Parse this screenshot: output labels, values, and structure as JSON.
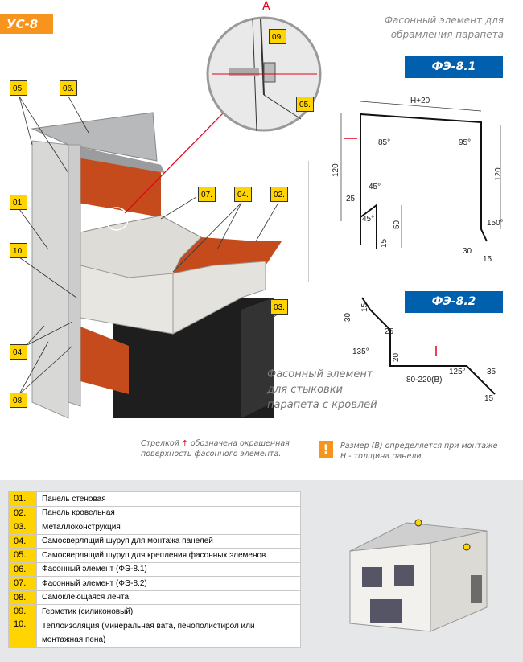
{
  "badge": "УС-8",
  "detail_label": "A",
  "detail_marker": "A",
  "fe81_caption": [
    "Фасонный элемент для",
    "обрамления парапета"
  ],
  "fe81_title": "ФЭ-8.1",
  "fe82_title": "ФЭ-8.2",
  "fe82_caption": [
    "Фасонный элемент",
    "для стыковки",
    "парапета с кровлей"
  ],
  "fe81_dims": {
    "top": "H+20",
    "left": "120",
    "right": "120",
    "a85": "85°",
    "a95": "95°",
    "d25": "25",
    "a45a": "45°",
    "a45b": "45°",
    "d50": "50",
    "d15": "15",
    "a150": "150°",
    "d30": "30",
    "d15b": "15"
  },
  "fe82_dims": {
    "d30": "30",
    "d15": "15",
    "d25": "25",
    "a135": "135°",
    "d20": "20",
    "width": "80-220(B)",
    "a125": "125°",
    "d35": "35",
    "d15b": "15"
  },
  "note_arrow": [
    "Стрелкой",
    "обозначена окрашенная",
    "поверхность фасонного элемента."
  ],
  "note_warning": [
    "Размер (B) определяется при монтаже",
    "H - толщина панели"
  ],
  "warning_icon": "!",
  "tags": {
    "t05a": "05.",
    "t06": "06.",
    "t01": "01.",
    "t10": "10.",
    "t04a": "04.",
    "t08": "08.",
    "t07": "07.",
    "t04b": "04.",
    "t02": "02.",
    "t03": "03.",
    "t09": "09.",
    "t05b": "05."
  },
  "legend": [
    {
      "num": "01.",
      "text": "Панель стеновая"
    },
    {
      "num": "02.",
      "text": "Панель кровельная"
    },
    {
      "num": "03.",
      "text": "Металлоконструкция"
    },
    {
      "num": "04.",
      "text": "Самосверлящий шуруп для монтажа панелей"
    },
    {
      "num": "05.",
      "text": "Самосверлящий шуруп для крепления фасонных элеменов"
    },
    {
      "num": "06.",
      "text": "Фасонный элемент (ФЭ-8.1)"
    },
    {
      "num": "07.",
      "text": "Фасонный элемент (ФЭ-8.2)"
    },
    {
      "num": "08.",
      "text": "Самоклеющаяся лента"
    },
    {
      "num": "09.",
      "text": "Герметик (силиконовый)"
    },
    {
      "num": "10.",
      "text": "Теплоизоляция (минеральная вата, пенополистирол или монтажная пена)"
    }
  ]
}
